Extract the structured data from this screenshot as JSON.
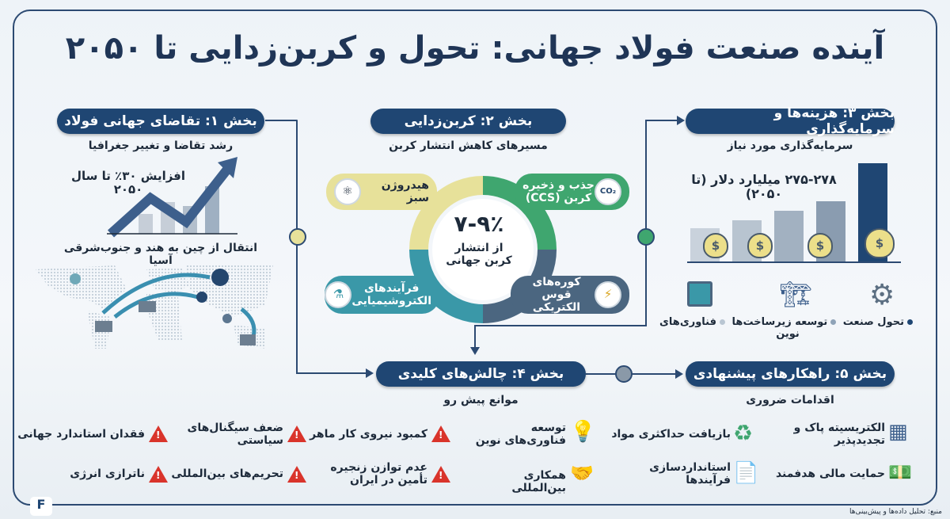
{
  "title": "آینده صنعت فولاد جهانی: تحول و کربن‌زدایی تا ۲۰۵۰",
  "colors": {
    "navy": "#1f4673",
    "yellow": "#e7e19a",
    "green": "#3fa66f",
    "teal": "#3a98a8",
    "slate": "#4b6680",
    "warning": "#d9342b"
  },
  "section1": {
    "title": "بخش ۱: تقاضای جهانی فولاد",
    "subtitle": "رشد تقاضا و تغییر جغرافیا",
    "growth": "افزایش ۳۰٪ تا سال ۲۰۵۰",
    "shift": "انتقال از چین به هند و جنوب‌شرقی آسیا"
  },
  "section2": {
    "title": "بخش ۲: کربن‌زدایی",
    "subtitle": "مسیرهای کاهش انتشار کربن",
    "center_value": "۷-۹٪",
    "center_label": "از انتشار کربن جهانی",
    "items": [
      {
        "label": "هیدروژن سبز",
        "icon": "hydrogen-atom-icon"
      },
      {
        "label": "جذب و ذخیره کربن (CCS)",
        "icon": "co2-cloud-icon"
      },
      {
        "label": "فرآیندهای الکتروشیمیایی",
        "icon": "electrolysis-icon"
      },
      {
        "label": "کوره‌های قوس الکتریکی",
        "icon": "electric-furnace-icon"
      }
    ]
  },
  "section3": {
    "title": "بخش ۳: هزینه‌ها و سرمایه‌گذاری",
    "subtitle": "سرمایه‌گذاری مورد نیاز",
    "amount": "۲۷۵-۲۷۸ میلیارد دلار (تا ۲۰۵۰)",
    "legend": [
      {
        "label": "تحول صنعت",
        "color": "#1f4673",
        "icon": "gear-wrench-icon"
      },
      {
        "label": "توسعه زیرساخت‌ها",
        "color": "#8fa3b8",
        "icon": "crane-icon"
      },
      {
        "label": "فناوری‌های نوین",
        "color": "#b9c6d3",
        "icon": "chip-icon"
      }
    ]
  },
  "section4": {
    "title": "بخش ۴: چالش‌های کلیدی",
    "subtitle": "موانع پیش رو",
    "challenges": [
      "کمبود نیروی کار ماهر",
      "ضعف سیگنال‌های سیاستی",
      "فقدان استاندارد جهانی",
      "عدم توازن زنجیره تأمین در ایران",
      "تحریم‌های بین‌المللی",
      "ناترازی انرژی"
    ],
    "opportunities": [
      {
        "label": "توسعه فناوری‌های نوین",
        "icon": "lightbulb-icon"
      },
      {
        "label": "همکاری بین‌المللی",
        "icon": "handshake-icon"
      }
    ]
  },
  "section5": {
    "title": "بخش ۵: راهکارهای پیشنهادی",
    "subtitle": "اقدامات ضروری",
    "actions": [
      {
        "label": "الکتریسیته پاک و تجدیدپذیر",
        "icon": "solar-panel-icon"
      },
      {
        "label": "بازیافت حداکثری مواد",
        "icon": "recycle-icon"
      },
      {
        "label": "حمایت مالی هدفمند",
        "icon": "money-hand-icon"
      },
      {
        "label": "استانداردسازی فرآیندها",
        "icon": "document-gear-icon"
      }
    ]
  },
  "source": "منبع: تحلیل داده‌ها و پیش‌بینی‌ها"
}
